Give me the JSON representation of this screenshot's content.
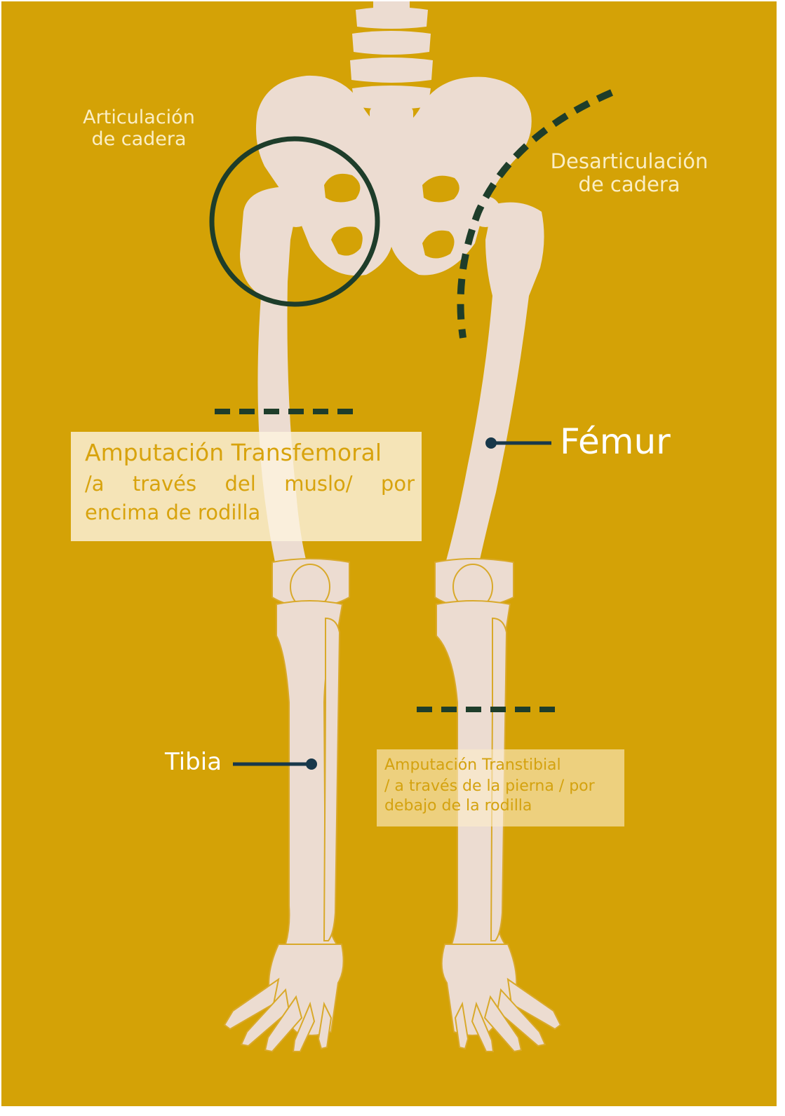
{
  "colors": {
    "background": "#d4a206",
    "bone": "#ecdcd1",
    "bone_outline": "#d9a92a",
    "marker": "#1e3d2a",
    "pointer": "#18384a"
  },
  "labels": {
    "hip_joint": {
      "line1": "Articulación",
      "line2": "de cadera"
    },
    "hip_disarticulation": {
      "line1": "Desarticulación",
      "line2": "de cadera"
    },
    "femur": "Fémur",
    "tibia": "Tibia"
  },
  "transfemoral_box": {
    "title": "Amputación Transfemoral",
    "line2": "/a través del muslo/ por",
    "line3": "encima de rodilla"
  },
  "transtibial_box": {
    "line1": "Amputación Transtibial",
    "line2": "/ a través de la pierna / por",
    "line3": "debajo de la rodilla"
  }
}
